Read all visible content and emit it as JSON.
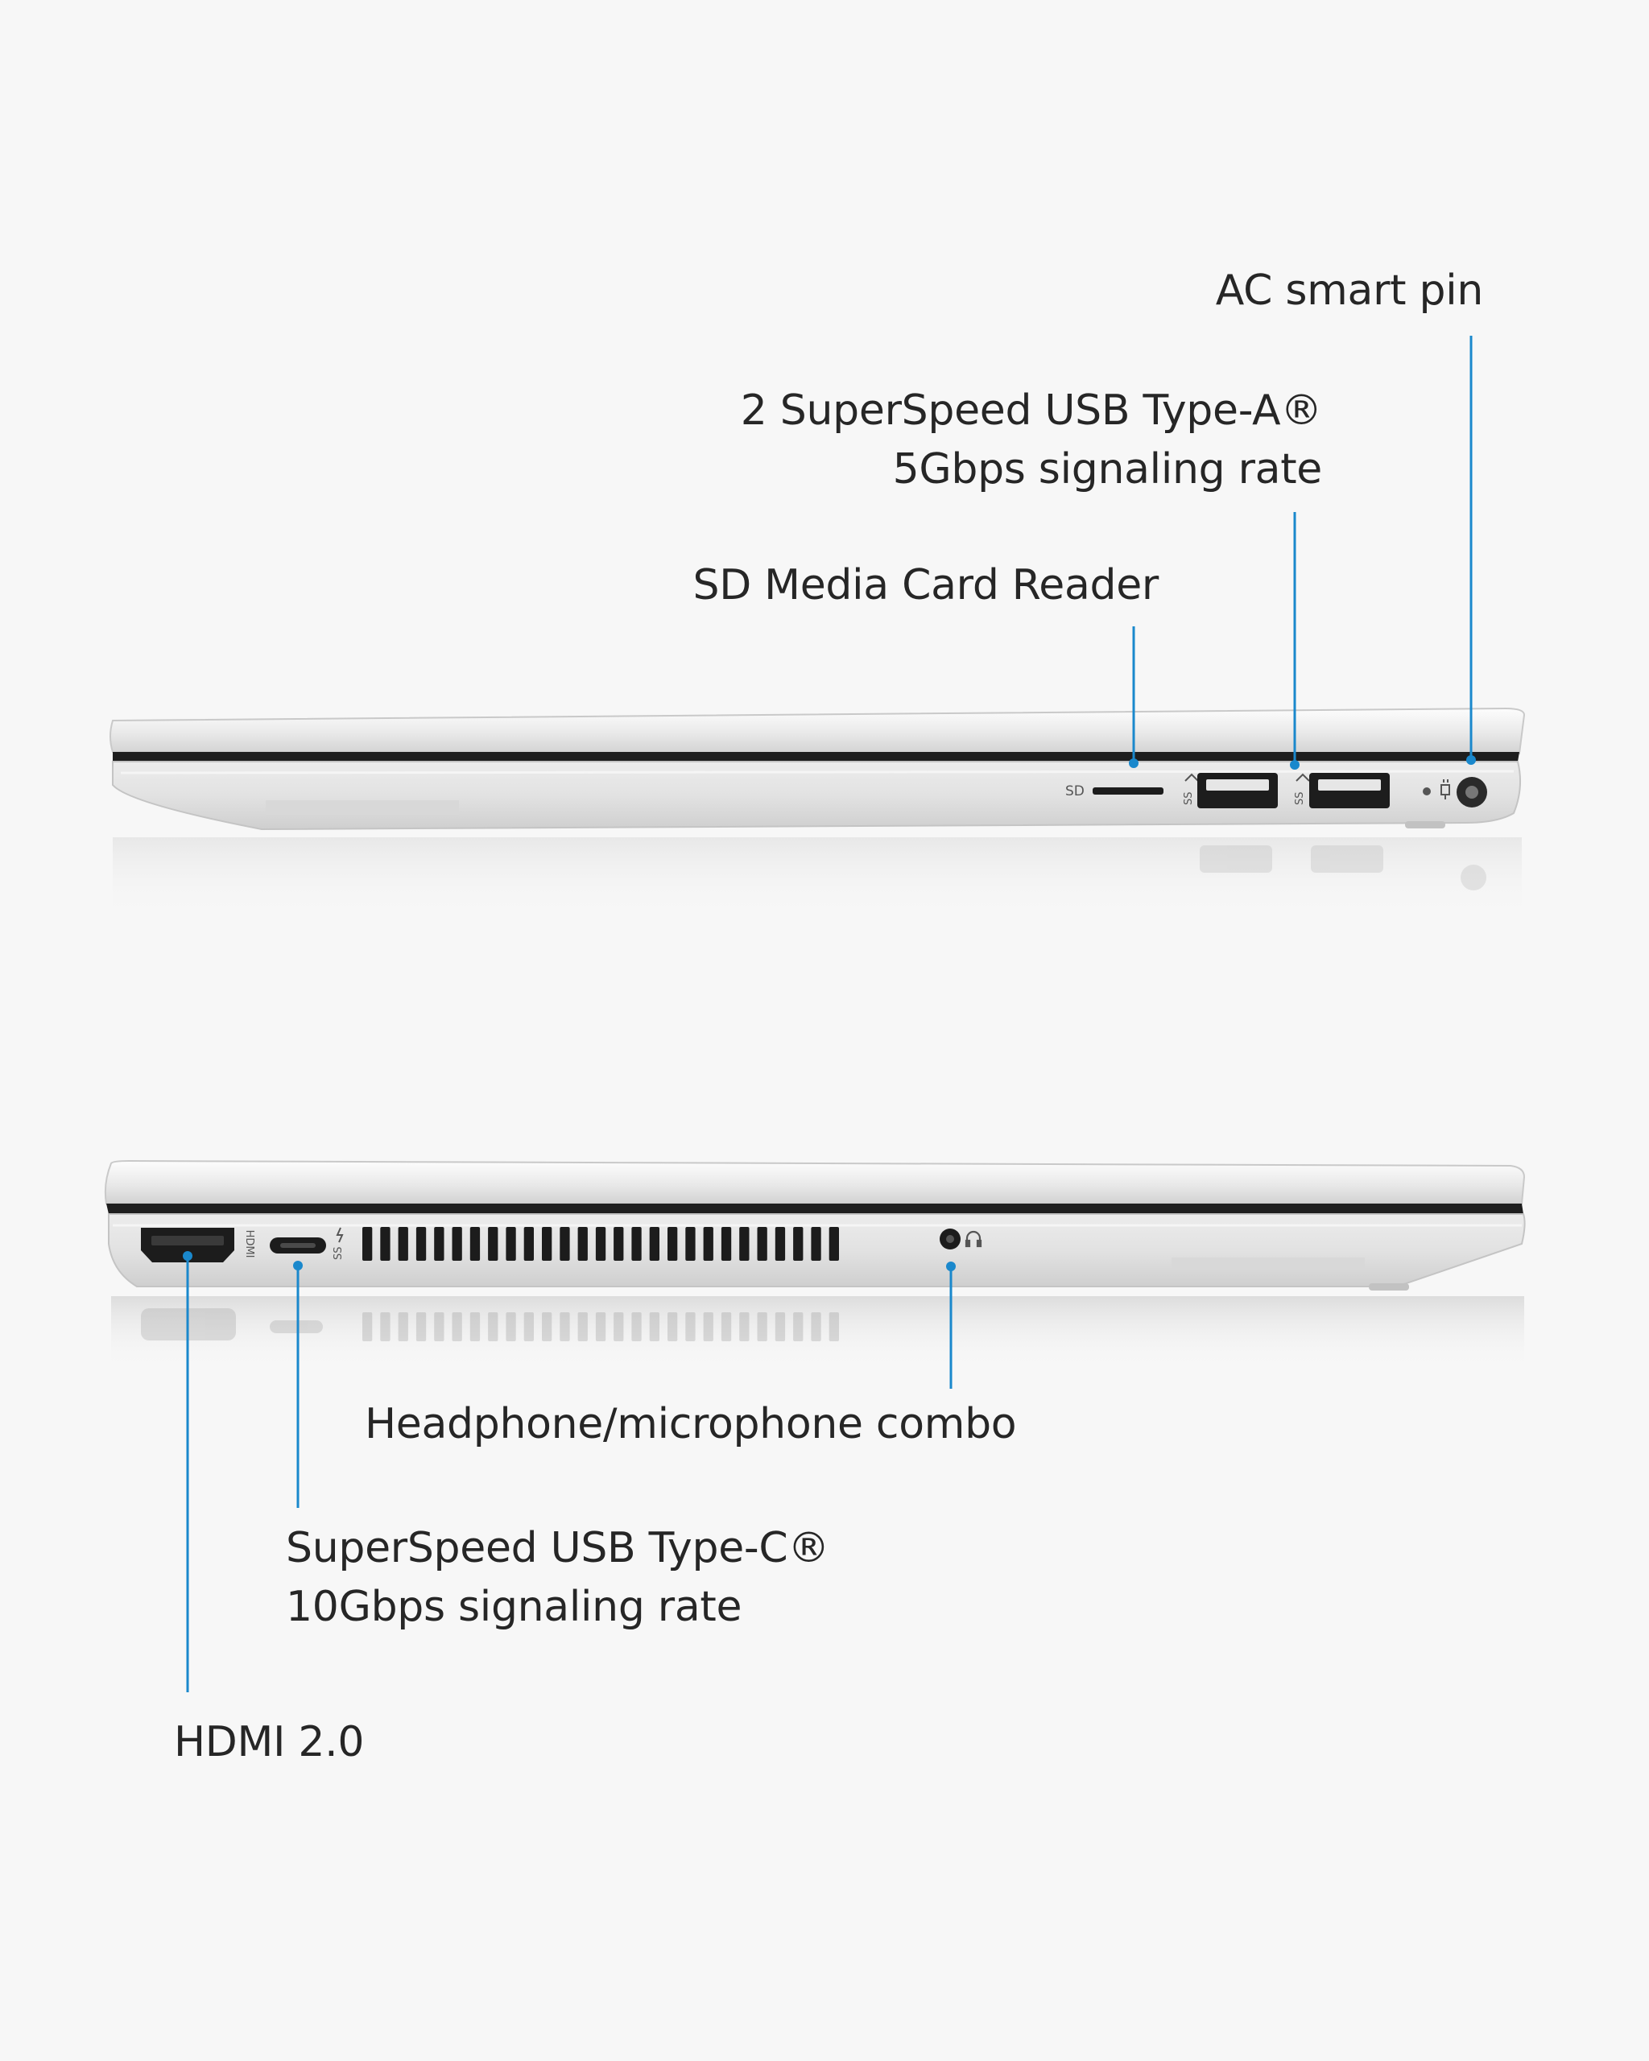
{
  "accent_color": "#1a88cc",
  "right_side": {
    "labels": {
      "ac_smart_pin": "AC smart pin",
      "usb_a_line1": "2 SuperSpeed USB Type-A®",
      "usb_a_line2": "5Gbps signaling rate",
      "sd_reader": "SD Media Card Reader"
    },
    "port_marks": {
      "sd": "SD",
      "usb_ss": "SS"
    }
  },
  "left_side": {
    "labels": {
      "headphone": "Headphone/microphone combo",
      "usb_c_line1": "SuperSpeed USB Type-C®",
      "usb_c_line2": "10Gbps signaling rate",
      "hdmi": "HDMI 2.0"
    },
    "port_marks": {
      "hdmi": "HDMI",
      "usb_c_ss": "SS"
    }
  }
}
